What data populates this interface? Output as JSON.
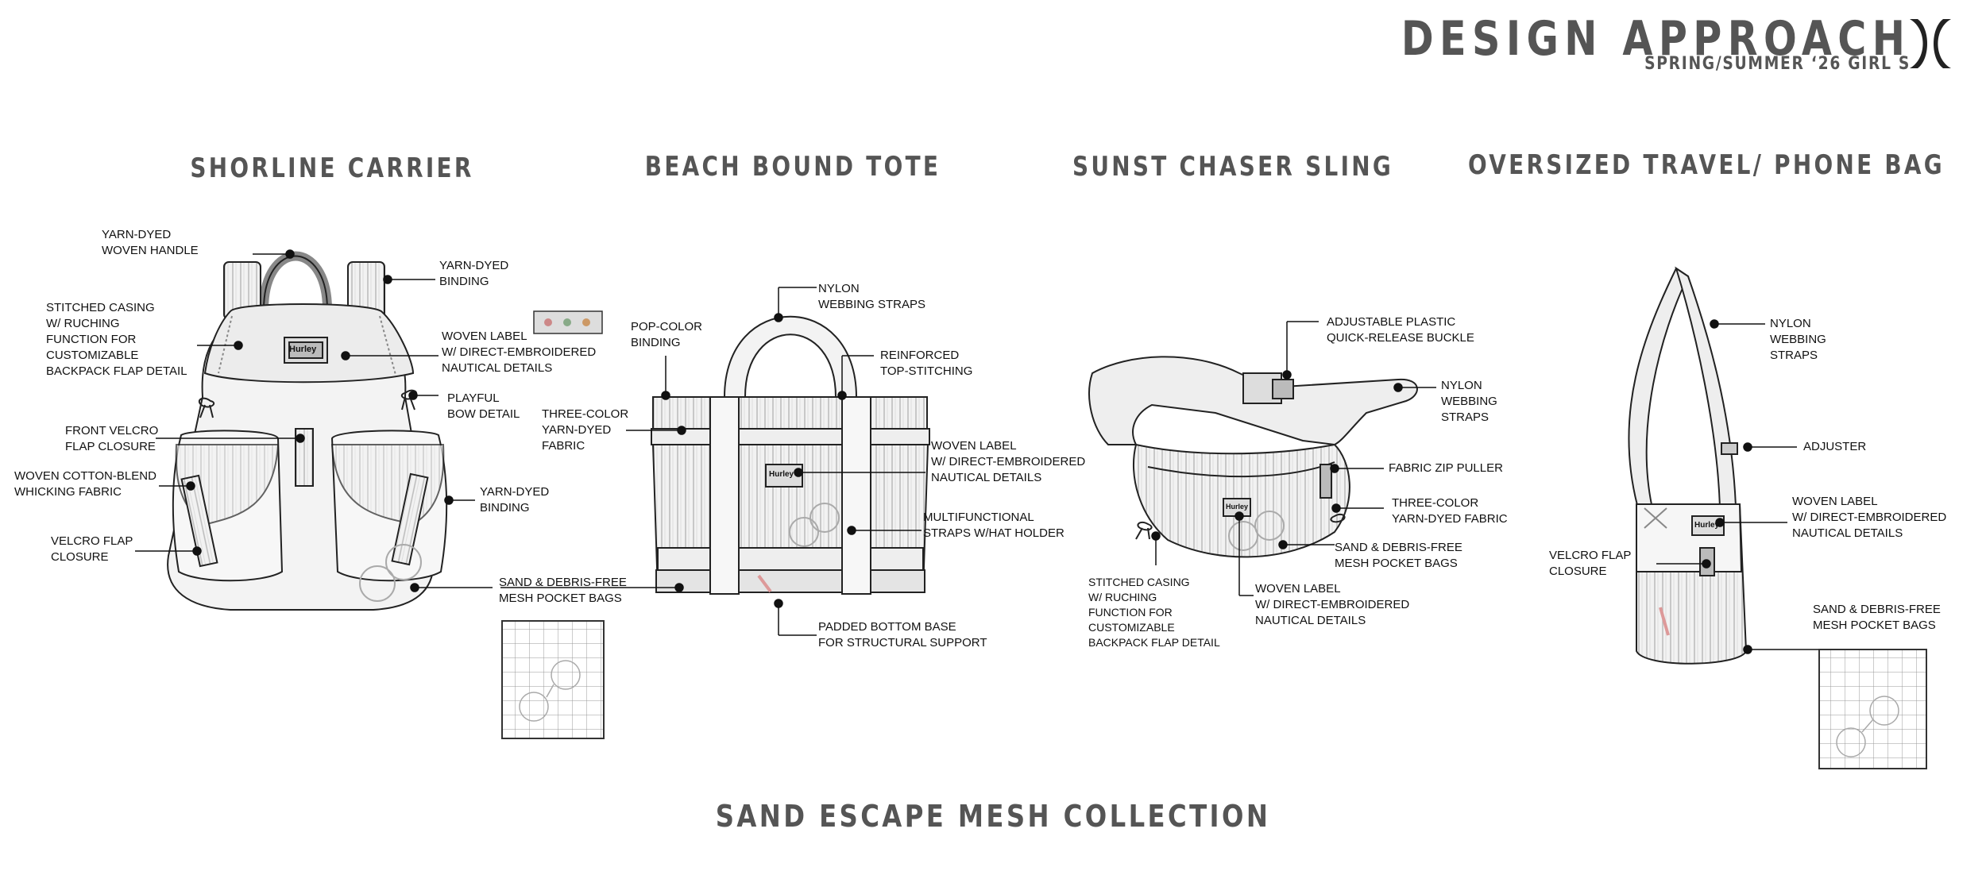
{
  "header": {
    "title": "DESIGN APPROACH",
    "subtitle": "SPRING/SUMMER ‘26 GIRL S",
    "logo": "hurley-logo"
  },
  "footer": "SAND ESCAPE MESH COLLECTION",
  "products": [
    {
      "title": "SHORLINE CARRIER",
      "labels": [
        "YARN-DYED\nWOVEN HANDLE",
        "YARN-DYED\nBINDING",
        "STITCHED CASING\nW/ RUCHING\nFUNCTION FOR\nCUSTOMIZABLE\nBACKPACK FLAP DETAIL",
        "WOVEN LABEL\nW/ DIRECT-EMBROIDERED\nNAUTICAL DETAILS",
        "PLAYFUL\nBOW DETAIL",
        "FRONT VELCRO\nFLAP CLOSURE",
        "WOVEN COTTON-BLEND\nWHICKING FABRIC",
        "YARN-DYED\nBINDING",
        "VELCRO FLAP\nCLOSURE",
        "SAND & DEBRIS-FREE\nMESH POCKET BAGS"
      ]
    },
    {
      "title": "BEACH BOUND TOTE",
      "labels": [
        "NYLON\nWEBBING STRAPS",
        "POP-COLOR\nBINDING",
        "REINFORCED\nTOP-STITCHING",
        "THREE-COLOR\nYARN-DYED\nFABRIC",
        "WOVEN LABEL\nW/ DIRECT-EMBROIDERED\nNAUTICAL DETAILS",
        "MULTIFUNCTIONAL\nSTRAPS W/HAT HOLDER",
        "PADDED BOTTOM BASE\nFOR STRUCTURAL SUPPORT"
      ]
    },
    {
      "title": "SUNST CHASER SLING",
      "labels": [
        "ADJUSTABLE PLASTIC\nQUICK-RELEASE BUCKLE",
        "NYLON\nWEBBING\nSTRAPS",
        "FABRIC ZIP PULLER",
        "THREE-COLOR\nYARN-DYED FABRIC",
        "SAND & DEBRIS-FREE\nMESH POCKET BAGS",
        "STITCHED CASING\nW/ RUCHING\nFUNCTION FOR\nCUSTOMIZABLE\nBACKPACK FLAP DETAIL",
        "WOVEN LABEL\nW/ DIRECT-EMBROIDERED\nNAUTICAL DETAILS"
      ]
    },
    {
      "title": "OVERSIZED TRAVEL/ PHONE BAG",
      "labels": [
        "NYLON\nWEBBING\nSTRAPS",
        "ADJUSTER",
        "WOVEN LABEL\nW/ DIRECT-EMBROIDERED\nNAUTICAL DETAILS",
        "VELCRO FLAP\nCLOSURE",
        "SAND & DEBRIS-FREE\nMESH POCKET BAGS"
      ]
    }
  ],
  "brand_label": "Hurley",
  "colors": {
    "heading": "#555555",
    "line": "#222222",
    "fill": "#f2f2f2"
  }
}
